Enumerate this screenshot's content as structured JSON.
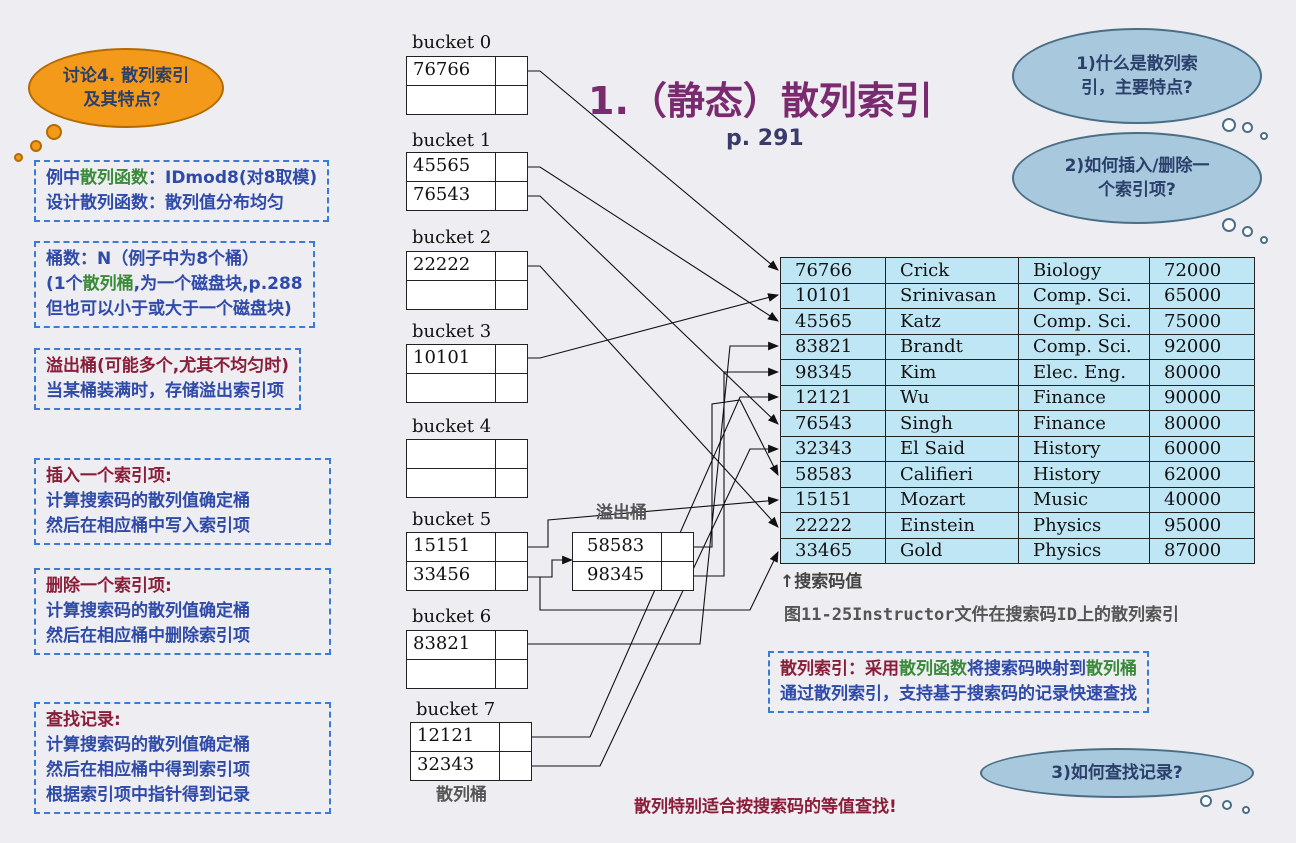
{
  "title": "1.（静态）散列索引",
  "page_ref": "p. 291",
  "discussion": "讨论4. 散列索引及其特点？",
  "questions": {
    "q1": "1)什么是散列索引，主要特点?",
    "q2": "2)如何插入/删除一个索引项?",
    "q3": "3)如何查找记录?"
  },
  "notes": {
    "hash_fn": {
      "line1_a": "例中",
      "line1_g": "散列函数",
      "line1_b": "：IDmod8(对8取模)",
      "line2": "设计散列函数：散列值分布均匀"
    },
    "buckets": {
      "line1": "桶数：N（例子中为8个桶）",
      "line2_a": "(1个",
      "line2_g": "散列桶",
      "line2_b": ",为一个磁盘块,p.288",
      "line3": "但也可以小于或大于一个磁盘块)"
    },
    "overflow": {
      "line1": "溢出桶(可能多个,尤其不均匀时)",
      "line2": "当某桶装满时，存储溢出索引项"
    },
    "insert": {
      "head": "插入一个索引项:",
      "line1": "计算搜索码的散列值确定桶",
      "line2": "然后在相应桶中写入索引项"
    },
    "delete": {
      "head": "删除一个索引项:",
      "line1": "计算搜索码的散列值确定桶",
      "line2": "然后在相应桶中删除索引项"
    },
    "lookup": {
      "head": "查找记录:",
      "line1": "计算搜索码的散列值确定桶",
      "line2": "然后在相应桶中得到索引项",
      "line3": "根据索引项中指针得到记录"
    },
    "hash_index": {
      "a": "散列索引：采用",
      "g1": "散列函数",
      "b": "将搜索码映射到",
      "g2": "散列桶",
      "line2": "通过散列索引，支持基于搜索码的记录快速查找"
    }
  },
  "buckets": [
    {
      "label": "bucket 0",
      "keys": [
        "76766",
        ""
      ]
    },
    {
      "label": "bucket 1",
      "keys": [
        "45565",
        "76543"
      ]
    },
    {
      "label": "bucket 2",
      "keys": [
        "22222",
        ""
      ]
    },
    {
      "label": "bucket 3",
      "keys": [
        "10101",
        ""
      ]
    },
    {
      "label": "bucket 4",
      "keys": [
        "",
        ""
      ]
    },
    {
      "label": "bucket 5",
      "keys": [
        "15151",
        "33456"
      ]
    },
    {
      "label": "bucket 6",
      "keys": [
        "83821",
        ""
      ]
    },
    {
      "label": "bucket 7",
      "keys": [
        "12121",
        "32343"
      ]
    }
  ],
  "overflow_bucket": {
    "label": "溢出桶",
    "keys": [
      "58583",
      "98345"
    ]
  },
  "buckets_caption": "散列桶",
  "records": [
    [
      "76766",
      "Crick",
      "Biology",
      "72000"
    ],
    [
      "10101",
      "Srinivasan",
      "Comp. Sci.",
      "65000"
    ],
    [
      "45565",
      "Katz",
      "Comp. Sci.",
      "75000"
    ],
    [
      "83821",
      "Brandt",
      "Comp. Sci.",
      "92000"
    ],
    [
      "98345",
      "Kim",
      "Elec. Eng.",
      "80000"
    ],
    [
      "12121",
      "Wu",
      "Finance",
      "90000"
    ],
    [
      "76543",
      "Singh",
      "Finance",
      "80000"
    ],
    [
      "32343",
      "El Said",
      "History",
      "60000"
    ],
    [
      "58583",
      "Califieri",
      "History",
      "62000"
    ],
    [
      "15151",
      "Mozart",
      "Music",
      "40000"
    ],
    [
      "22222",
      "Einstein",
      "Physics",
      "95000"
    ],
    [
      "33465",
      "Gold",
      "Physics",
      "87000"
    ]
  ],
  "search_key_label": "↑搜索码值",
  "figure_caption": "图11-25Instructor文件在搜索码ID上的散列索引",
  "bottom_note": "散列特别适合按搜索码的等值查找!"
}
